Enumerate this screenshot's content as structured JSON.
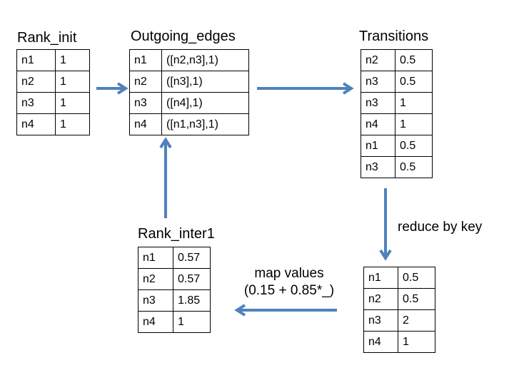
{
  "rank_init": {
    "title": "Rank_init",
    "rows": [
      [
        "n1",
        "1"
      ],
      [
        "n2",
        "1"
      ],
      [
        "n3",
        "1"
      ],
      [
        "n4",
        "1"
      ]
    ]
  },
  "outgoing_edges": {
    "title": "Outgoing_edges",
    "rows": [
      [
        "n1",
        "([n2,n3],1)"
      ],
      [
        "n2",
        "([n3],1)"
      ],
      [
        "n3",
        "([n4],1)"
      ],
      [
        "n4",
        "([n1,n3],1)"
      ]
    ]
  },
  "transitions": {
    "title": "Transitions",
    "rows": [
      [
        "n2",
        "0.5"
      ],
      [
        "n3",
        "0.5"
      ],
      [
        "n3",
        "1"
      ],
      [
        "n4",
        "1"
      ],
      [
        "n1",
        "0.5"
      ],
      [
        "n3",
        "0.5"
      ]
    ]
  },
  "reduced": {
    "rows": [
      [
        "n1",
        "0.5"
      ],
      [
        "n2",
        "0.5"
      ],
      [
        "n3",
        "2"
      ],
      [
        "n4",
        "1"
      ]
    ]
  },
  "rank_inter1": {
    "title": "Rank_inter1",
    "rows": [
      [
        "n1",
        "0.57"
      ],
      [
        "n2",
        "0.57"
      ],
      [
        "n3",
        "1.85"
      ],
      [
        "n4",
        "1"
      ]
    ]
  },
  "labels": {
    "reduce": "reduce by key",
    "map_line1": "map values",
    "map_line2": "(0.15 + 0.85*_)"
  },
  "colors": {
    "arrow": "#4f81bd",
    "border": "#000000"
  }
}
